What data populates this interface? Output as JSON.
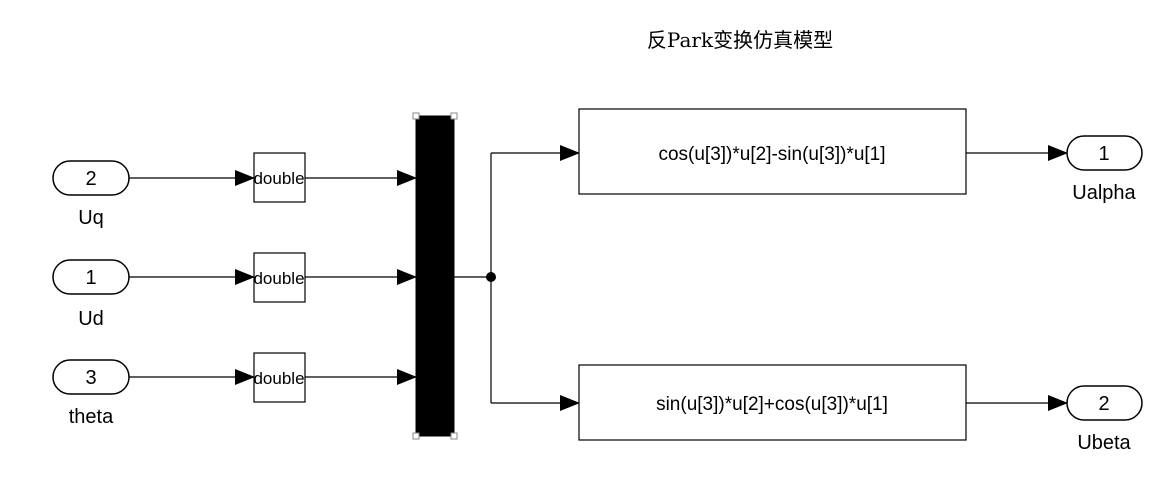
{
  "title": "反Park变换仿真模型",
  "inports": [
    {
      "number": "2",
      "label": "Uq"
    },
    {
      "number": "1",
      "label": "Ud"
    },
    {
      "number": "3",
      "label": "theta"
    }
  ],
  "converters": [
    {
      "label": "double"
    },
    {
      "label": "double"
    },
    {
      "label": "double"
    }
  ],
  "functions": [
    {
      "expression": "cos(u[3])*u[2]-sin(u[3])*u[1]"
    },
    {
      "expression": "sin(u[3])*u[2]+cos(u[3])*u[1]"
    }
  ],
  "outports": [
    {
      "number": "1",
      "label": "Ualpha"
    },
    {
      "number": "2",
      "label": "Ubeta"
    }
  ]
}
